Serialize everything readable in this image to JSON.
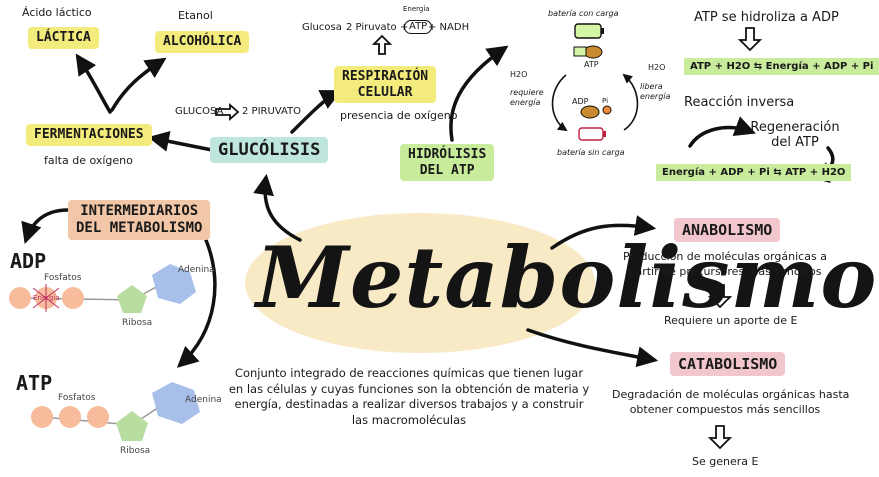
{
  "title": "Metabolismo",
  "description": "Conjunto integrado de reacciones químicas que tienen lugar en las células y cuyas funciones son la obtención de materia y energía, destinadas a realizar diversos trabajos y a construir las macromoléculas",
  "glycolysis": {
    "label": "GLUCÓLISIS",
    "equation_left": "GLUCOSA",
    "equation_right": "2 PIRUVATO"
  },
  "fermentation": {
    "label": "FERMENTACIONES",
    "condition": "falta de oxígeno",
    "lactic_label": "LÁCTICA",
    "lactic_product": "Ácido láctico",
    "alcoholic_label": "ALCOHÓLICA",
    "alcoholic_product": "Etanol"
  },
  "respiration": {
    "label_line1": "RESPIRACIÓN",
    "label_line2": "CELULAR",
    "condition": "presencia de oxígeno",
    "equation_left": "Glucosa",
    "equation_mid": "2 Piruvato +",
    "atp": "ATP",
    "equation_right": "+ NADH",
    "energy_label": "Energía"
  },
  "hydrolysis": {
    "label_line1": "HIDRÓLISIS",
    "label_line2": "DEL ATP",
    "battery_charged": "batería con carga",
    "battery_empty": "batería sin carga",
    "atp": "ATP",
    "adp": "ADP",
    "pi": "Pi",
    "h2o_left": "H2O",
    "h2o_right": "H2O",
    "requires_line1": "requiere",
    "requires_line2": "energía",
    "releases_line1": "libera",
    "releases_line2": "energía"
  },
  "atp_cycle": {
    "heading": "ATP se hidroliza a ADP",
    "hydrolysis_equation": "ATP + H2O ⇆ Energía + ADP + Pi",
    "inverse_heading": "Reacción inversa",
    "regeneration_line1": "Regeneración",
    "regeneration_line2": "del ATP",
    "regeneration_equation": "Energía + ADP + Pi ⇆ ATP + H2O"
  },
  "intermediaries": {
    "label_line1": "INTERMEDIARIOS",
    "label_line2": "DEL METABOLISMO",
    "adp": "ADP",
    "atp": "ATP",
    "phosphates": "Fosfatos",
    "energy": "Energía",
    "ribose": "Ribosa",
    "adenine": "Adenina"
  },
  "anabolism": {
    "label": "ANABOLISMO",
    "desc_line1": "Producción de moléculas orgánicas a",
    "desc_line2": "partir de precursores más sencillos",
    "note": "Requiere un aporte de E"
  },
  "catabolism": {
    "label": "CATABOLISMO",
    "desc_line1": "Degradación de moléculas orgánicas hasta",
    "desc_line2": "obtener compuestos más sencillos",
    "note": "Se genera E"
  },
  "colors": {
    "yellow": "#f3ec7c",
    "green": "#c8ec9c",
    "salmon": "#f2c7a7",
    "pink": "#f1c6cc",
    "teal": "#bfe6dc"
  }
}
